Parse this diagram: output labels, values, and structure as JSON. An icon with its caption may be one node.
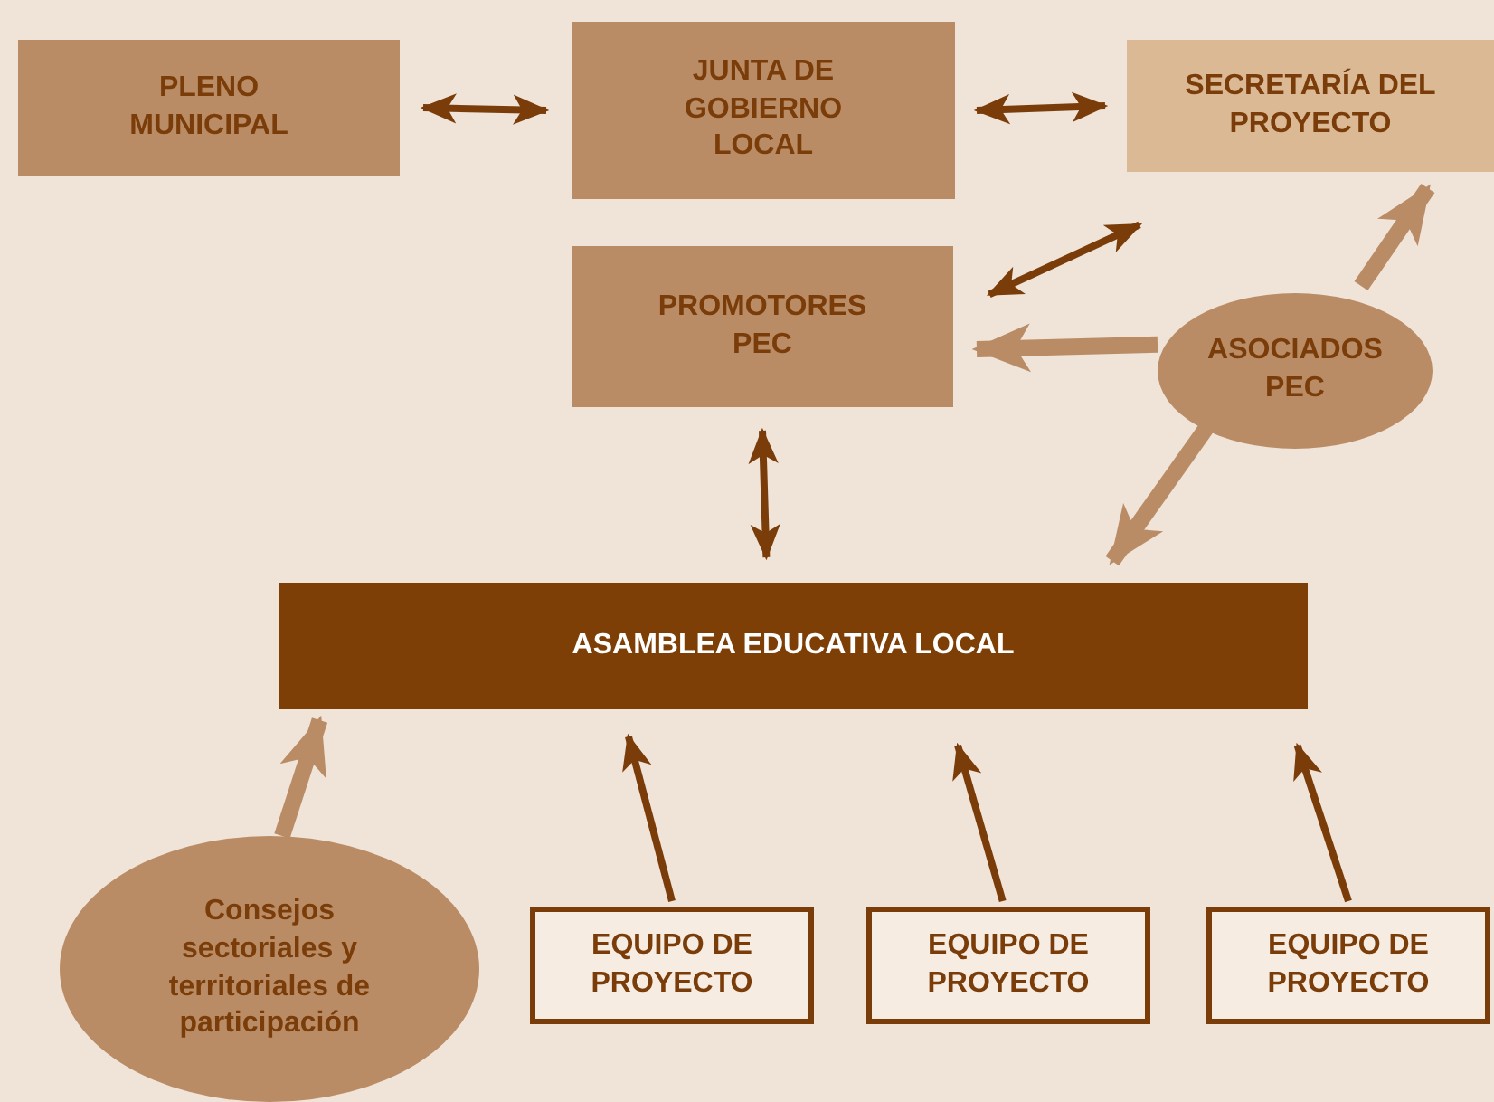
{
  "diagram": {
    "nodes": [
      {
        "text": [
          "PLENO MUNICIPAL"
        ]
      },
      {
        "text": [
          "JUNTA DE GOBIERNO LOCAL"
        ]
      },
      {
        "text": [
          "SECRETARÍA DEL PROYECTO"
        ]
      },
      {
        "text": [
          "PROMOTORES PEC"
        ]
      },
      {
        "text": [
          "ASOCIADOS PEC"
        ]
      },
      {
        "text": [
          "ASAMBLEA EDUCATIVA LOCAL"
        ]
      },
      {
        "text": [
          "Consejos sectoriales y territoriales de participación"
        ]
      },
      {
        "text": [
          "EQUIPO DE PROYECTO"
        ]
      },
      {
        "text": [
          "EQUIPO DE PROYECTO"
        ]
      },
      {
        "text": [
          "EQUIPO DE PROYECTO"
        ]
      }
    ],
    "edges": [
      {
        "from": 0,
        "to": 1,
        "arrow": "both"
      },
      {
        "from": 1,
        "to": 2,
        "arrow": "both"
      },
      {
        "from": 3,
        "to": 2,
        "arrow": "both"
      },
      {
        "from": 4,
        "to": 3,
        "arrow": "to",
        "style": "thick",
        "color": "#b98c65"
      },
      {
        "from": 4,
        "to": 2,
        "arrow": "to",
        "style": "thick",
        "color": "#b98c65"
      },
      {
        "from": 4,
        "to": 5,
        "arrow": "to",
        "style": "thick",
        "color": "#b98c65"
      },
      {
        "from": 3,
        "to": 5,
        "arrow": "both"
      },
      {
        "from": 6,
        "to": 5,
        "arrow": "to",
        "style": "thick",
        "color": "#b98c65"
      },
      {
        "from": 7,
        "to": 5,
        "arrow": "to"
      },
      {
        "from": 8,
        "to": 5,
        "arrow": "to"
      },
      {
        "from": 9,
        "to": 5,
        "arrow": "to"
      }
    ]
  }
}
